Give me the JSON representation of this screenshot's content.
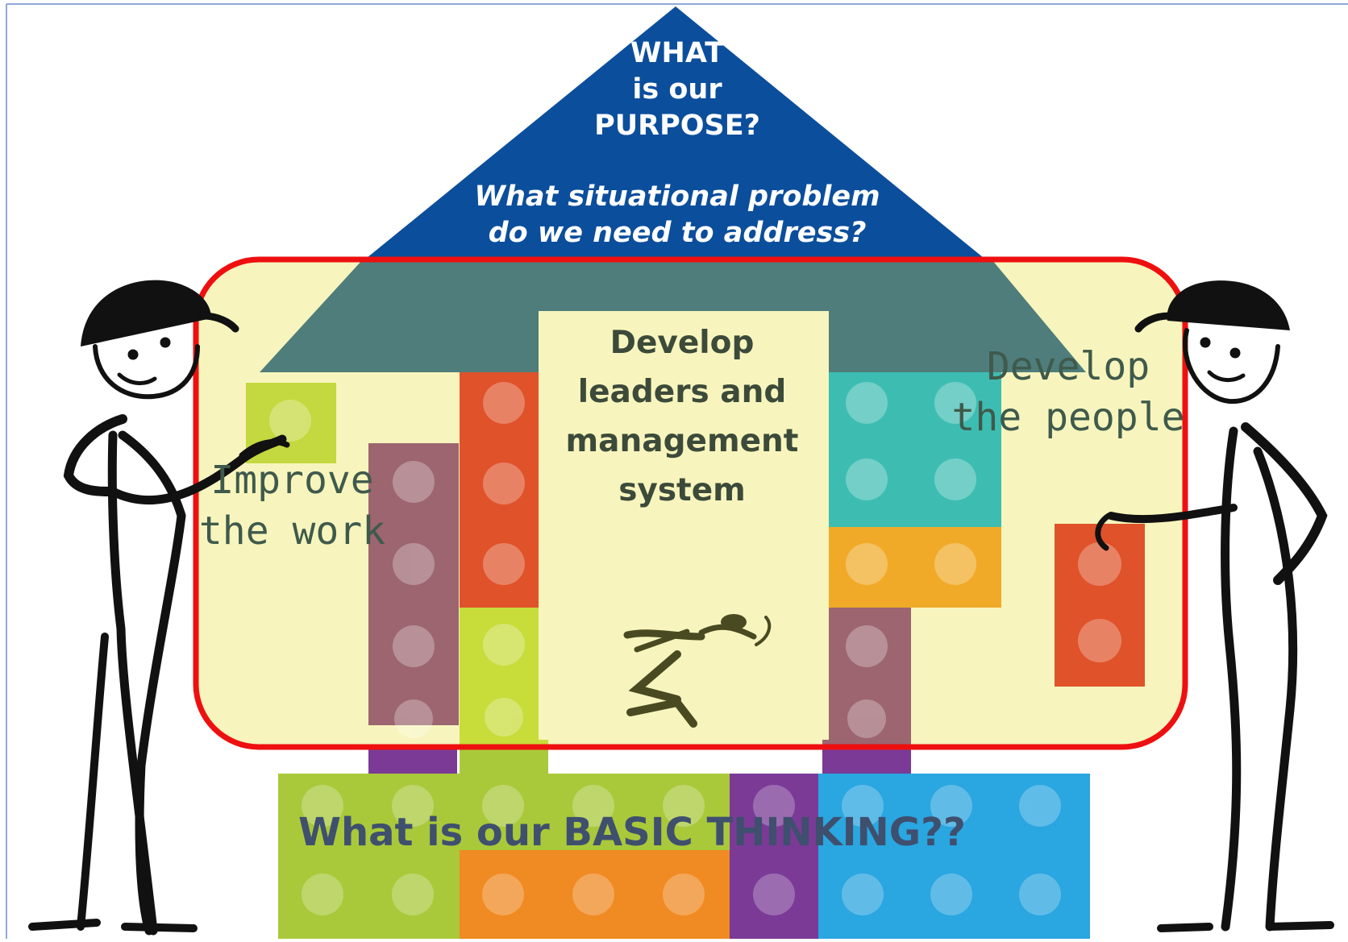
{
  "roof": {
    "line1": "WHAT",
    "line2": "is our",
    "line3": "PURPOSE?",
    "question_line1": "What situational problem",
    "question_line2": "do we need to address?"
  },
  "center_panel": {
    "line1": "Develop",
    "line2": "leaders and",
    "line3": "management",
    "line4": "system"
  },
  "left_note": {
    "line1": "Improve",
    "line2": "the work"
  },
  "right_note": {
    "line1": "Develop",
    "line2": "the people"
  },
  "foundation": {
    "text": "What is our BASIC THINKING??"
  },
  "colors": {
    "roof_blue": "#0b4e9c",
    "inner_roof_teal": "#4e7d7b",
    "highlight_fill": "#f7f5bd",
    "highlight_border": "#ee1010",
    "lime": "#a9c93a",
    "orange_red": "#e0522a",
    "mauve": "#9c6570",
    "purple": "#7a3a96",
    "turquoise": "#3dbdb2",
    "amber": "#f0aa28",
    "sky_blue": "#2aa6e0",
    "orange": "#f08a22"
  }
}
